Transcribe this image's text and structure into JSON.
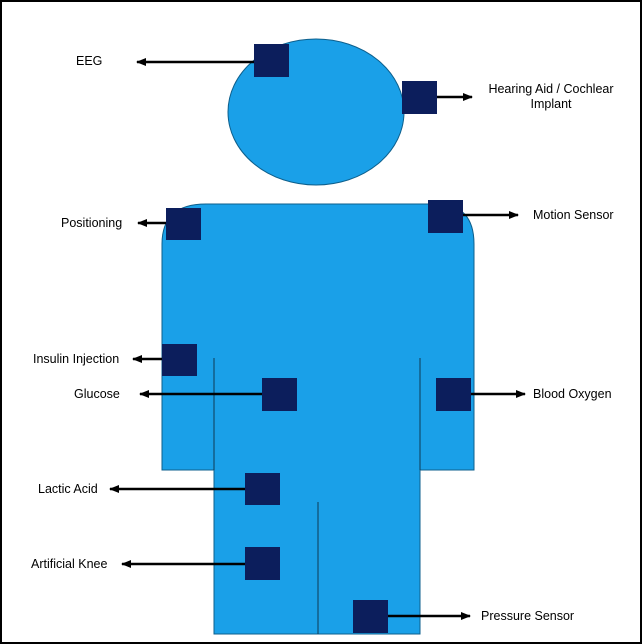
{
  "colors": {
    "body": "#1aa0e8",
    "body_outline": "#0d5f8c",
    "sensor": "#0c1e5c",
    "arrow": "#000000"
  },
  "sensors": {
    "eeg": "EEG",
    "hearing": "Hearing Aid / Cochlear Implant",
    "positioning": "Positioning",
    "motion": "Motion Sensor",
    "insulin": "Insulin Injection",
    "glucose": "Glucose",
    "blood_oxygen": "Blood Oxygen",
    "lactic": "Lactic Acid",
    "knee": "Artificial Knee",
    "pressure": "Pressure Sensor"
  }
}
